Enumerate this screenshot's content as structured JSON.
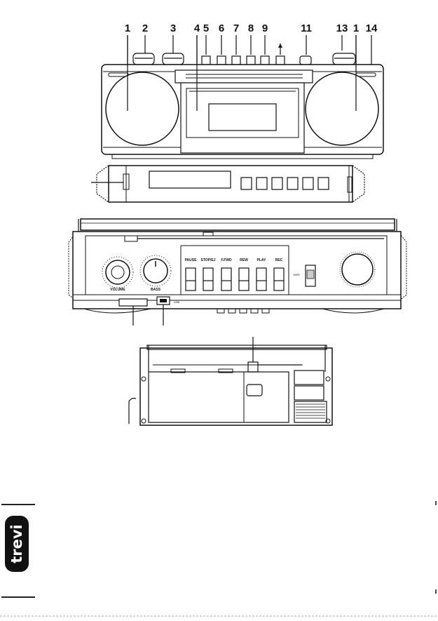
{
  "callouts": {
    "top_labels": [
      "1",
      "2",
      "3",
      "4",
      "5",
      "6",
      "7",
      "8",
      "9",
      "11",
      "13",
      "1",
      "14"
    ]
  },
  "front_panel": {
    "knob_labels": [
      "VOLUME",
      "BASS"
    ],
    "key_labels": [
      "PAUSE",
      "STOP/EJ",
      "F.FWD",
      "REW",
      "PLAY",
      "REC"
    ],
    "selector_label": "TAPE",
    "usb_label": "USB"
  },
  "brand": {
    "logo_text": "trevi"
  }
}
